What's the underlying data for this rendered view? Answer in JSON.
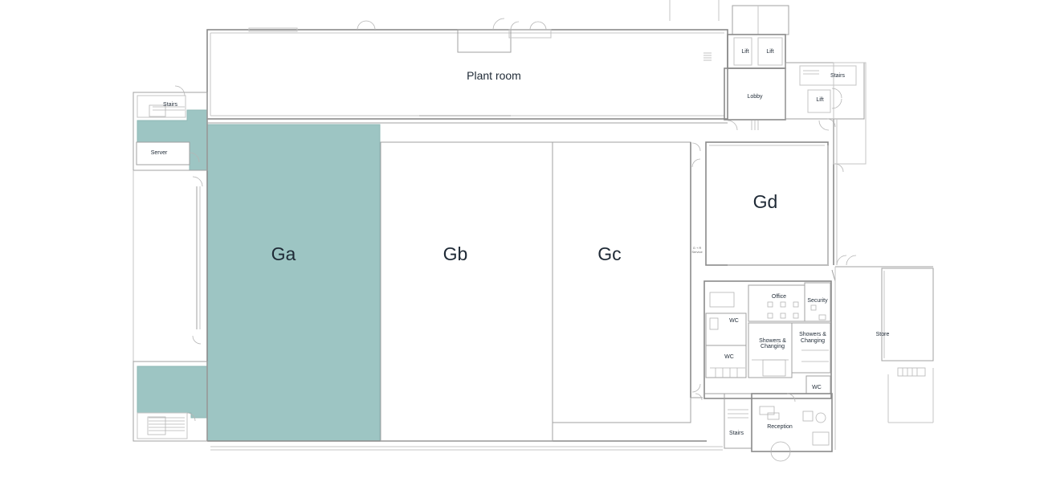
{
  "accent_color": "#9dc5c3",
  "units": {
    "ga": "Ga",
    "gb": "Gb",
    "gc": "Gc",
    "gd": "Gd"
  },
  "rooms": {
    "plant_room": "Plant room",
    "lobby": "Lobby",
    "lift_a": "Lift",
    "lift_b": "Lift",
    "lift_c": "Lift",
    "stairs_nw": "Stairs",
    "stairs_ne": "Stairs",
    "stairs_s": "Stairs",
    "server": "Server",
    "office": "Office",
    "security": "Security",
    "wc_1": "WC",
    "wc_2": "WC",
    "wc_3": "WC",
    "showers_1_line1": "Showers &",
    "showers_1_line2": "Changing",
    "showers_2_line1": "Showers &",
    "showers_2_line2": "Changing",
    "store": "Store",
    "reception": "Reception"
  }
}
